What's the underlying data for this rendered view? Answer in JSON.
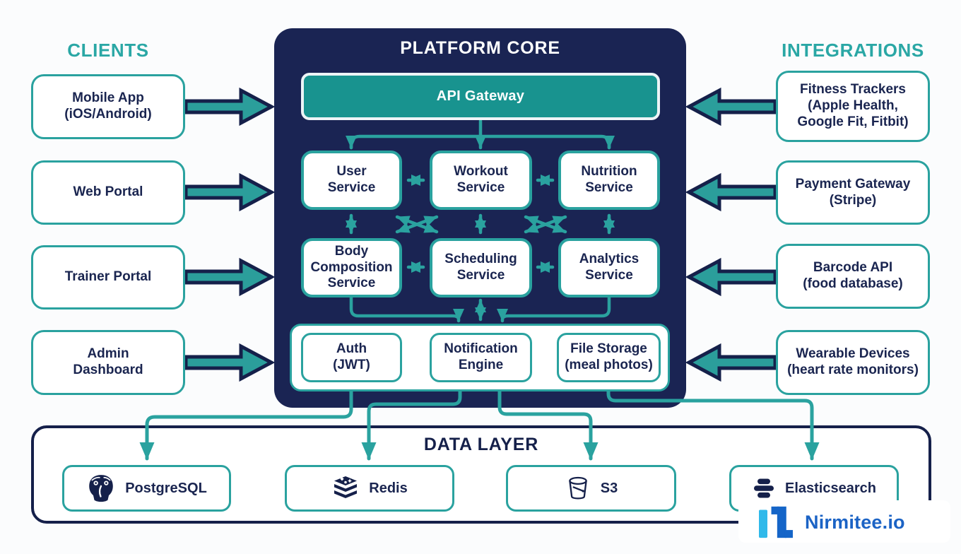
{
  "clients": {
    "header": "CLIENTS",
    "items": [
      {
        "label": "Mobile App\n(iOS/Android)"
      },
      {
        "label": "Web Portal"
      },
      {
        "label": "Trainer Portal"
      },
      {
        "label": "Admin\nDashboard"
      }
    ]
  },
  "core": {
    "title": "PLATFORM CORE",
    "gateway_label": "API Gateway",
    "services": [
      {
        "label": "User\nService"
      },
      {
        "label": "Workout\nService"
      },
      {
        "label": "Nutrition\nService"
      },
      {
        "label": "Body\nComposition\nService"
      },
      {
        "label": "Scheduling\nService"
      },
      {
        "label": "Analytics\nService"
      }
    ],
    "infra": [
      {
        "label": "Auth\n(JWT)"
      },
      {
        "label": "Notification\nEngine"
      },
      {
        "label": "File Storage\n(meal photos)"
      }
    ]
  },
  "integrations": {
    "header": "INTEGRATIONS",
    "items": [
      {
        "label": "Fitness Trackers\n(Apple Health,\nGoogle Fit, Fitbit)"
      },
      {
        "label": "Payment Gateway\n(Stripe)"
      },
      {
        "label": "Barcode API\n(food database)"
      },
      {
        "label": "Wearable Devices\n(heart rate monitors)"
      }
    ]
  },
  "data_layer": {
    "title": "DATA LAYER",
    "stores": [
      {
        "label": "PostgreSQL",
        "icon": "postgresql-icon"
      },
      {
        "label": "Redis",
        "icon": "redis-icon"
      },
      {
        "label": "S3",
        "icon": "s3-icon"
      },
      {
        "label": "Elasticsearch",
        "icon": "elasticsearch-icon"
      }
    ]
  },
  "branding": {
    "logo_text": "Nirmitee.io"
  },
  "colors": {
    "teal": "#2aa29f",
    "header_teal": "#2aa7a5",
    "arrow_fill": "#2b9e9b",
    "navy": "#1a2453",
    "navy_dark": "#15204a",
    "gateway_fill": "#18938f",
    "logo_blue": "#1b63c5",
    "logo_cyan": "#30b9ea",
    "background": "#fbfcfd"
  }
}
